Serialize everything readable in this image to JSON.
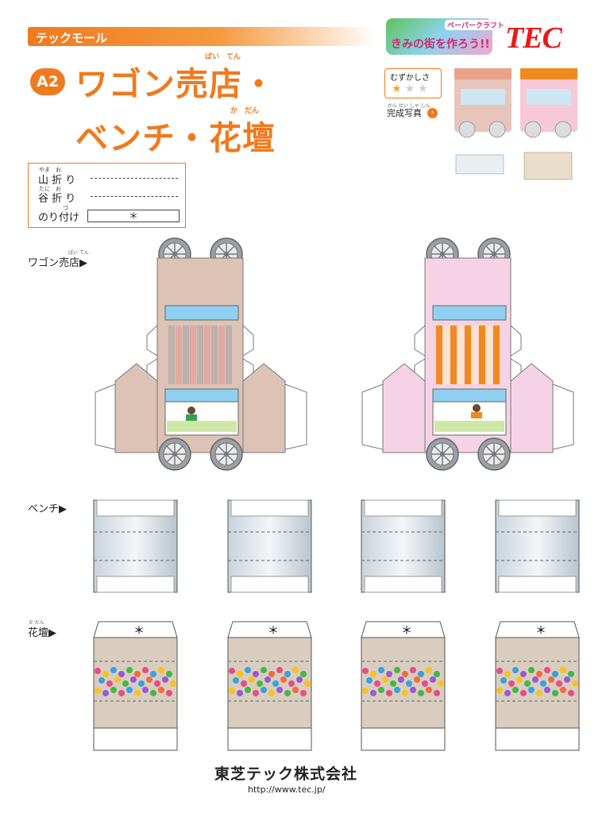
{
  "header": {
    "banner": "テックモール",
    "badge": "A2",
    "title_line1": "ワゴン売店・",
    "title_line2": "ベンチ・花壇",
    "ruby_baiten": "ばい　てん",
    "ruby_kadan": "か　だん"
  },
  "legend": {
    "mountain": "山 折 り",
    "valley": "谷 折 り",
    "glue": "のり付け",
    "glue_mark": "＊",
    "ruby_yama": "やま　お",
    "ruby_tani": "たに　お",
    "ruby_tsu": "づ"
  },
  "brand": {
    "game_logo": "きみの街を作ろう!!",
    "game_sub": "ペーパークラフト",
    "tec_logo": "TEC"
  },
  "difficulty": {
    "label": "むずかしさ",
    "stars_filled": 1,
    "stars_total": 3,
    "photo_label": "完成写真",
    "photo_ruby": "かん せい しゃ しん"
  },
  "sections": {
    "wagon": "ワゴン売店▶",
    "wagon_ruby": "ばい てん",
    "bench": "ベンチ▶",
    "flowerbed": "花壇▶",
    "flowerbed_ruby": "か だん"
  },
  "footer": {
    "company": "東芝テック株式会社",
    "url": "http://www.tec.jp/"
  },
  "colors": {
    "accent": "#f07a1e",
    "wagon_brown": "#dcc3b5",
    "wagon_pink": "#f6d3e4",
    "stripe_orange": "#f08a1e",
    "tec_red": "#e41c1c"
  }
}
